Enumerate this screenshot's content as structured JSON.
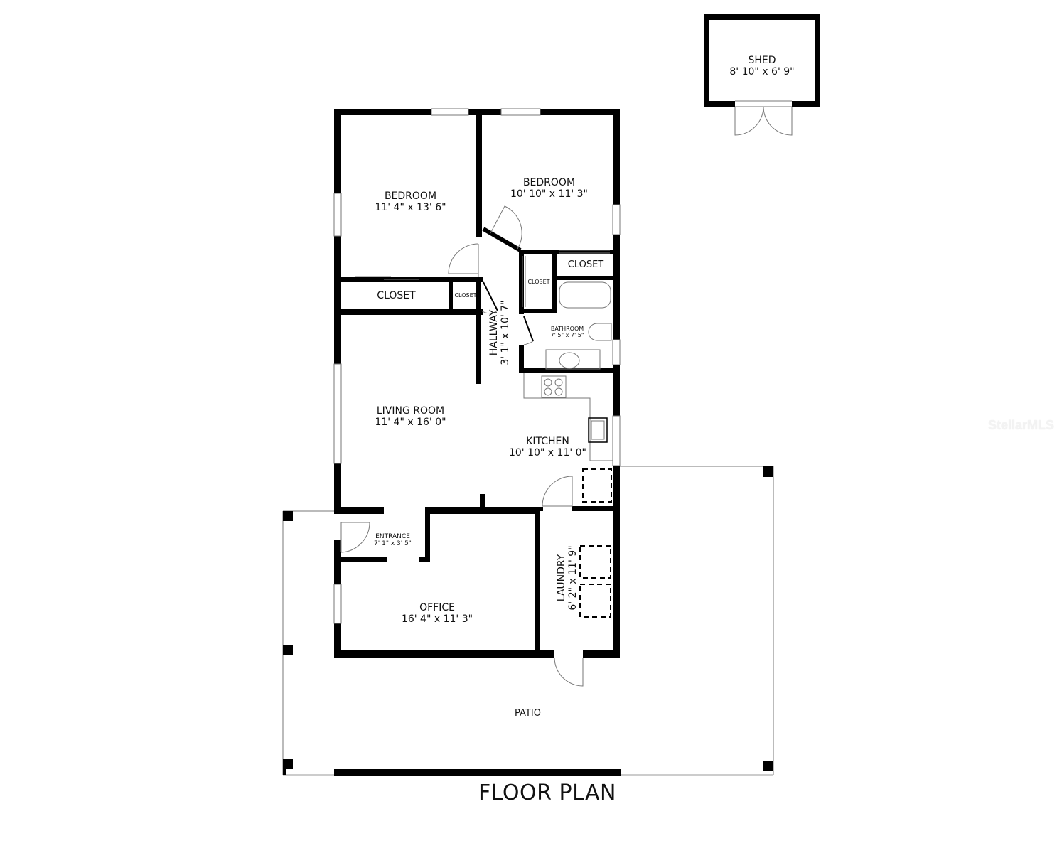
{
  "title": "FLOOR PLAN",
  "watermark": "StellarMLS",
  "colors": {
    "wall": "#000000",
    "thin_line": "#777777",
    "background": "#ffffff"
  },
  "rooms": {
    "shed": {
      "name": "SHED",
      "dims": "8' 10\" x 6' 9\""
    },
    "bedroom_1": {
      "name": "BEDROOM",
      "dims": "11' 4\" x 13' 6\""
    },
    "bedroom_2": {
      "name": "BEDROOM",
      "dims": "10' 10\" x 11' 3\""
    },
    "closet_1": {
      "name": "CLOSET"
    },
    "closet_2": {
      "name": "CLOSET"
    },
    "closet_3": {
      "name": "CLOSET"
    },
    "closet_4": {
      "name": "CLOSET"
    },
    "hallway": {
      "name": "HALLWAY",
      "dims": "3' 1\" x 10' 7\""
    },
    "bathroom": {
      "name": "BATHROOM",
      "dims": "7' 5\" x 7' 5\""
    },
    "living_room": {
      "name": "LIVING ROOM",
      "dims": "11' 4\" x 16' 0\""
    },
    "kitchen": {
      "name": "KITCHEN",
      "dims": "10' 10\" x 11' 0\""
    },
    "entrance": {
      "name": "ENTRANCE",
      "dims": "7' 1\" x 3' 5\""
    },
    "office": {
      "name": "OFFICE",
      "dims": "16' 4\" x 11' 3\""
    },
    "laundry": {
      "name": "LAUNDRY",
      "dims": "6' 2\" x 11' 9\""
    },
    "patio": {
      "name": "PATIO"
    }
  }
}
